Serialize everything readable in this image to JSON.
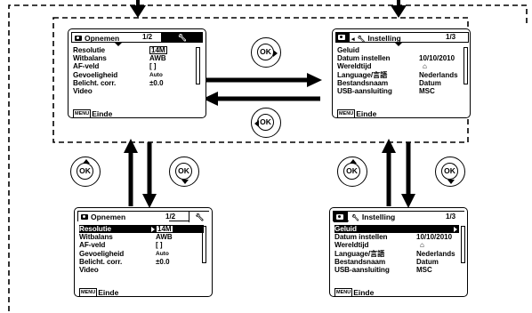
{
  "screens": {
    "top_left": {
      "tab_label": "Opnemen",
      "page": "1/2",
      "settings_icon": "wrench-icon",
      "rows": [
        {
          "label": "Resolutie",
          "value": "14M"
        },
        {
          "label": "Witbalans",
          "value": "AWB"
        },
        {
          "label": "AF-veld",
          "value": "[ ]"
        },
        {
          "label": "Gevoeligheid",
          "value": "Auto"
        },
        {
          "label": "Belicht. corr.",
          "value": "±0.0"
        },
        {
          "label": "Video",
          "value": ""
        }
      ],
      "footer_key": "MENU",
      "footer_label": "Einde"
    },
    "top_right": {
      "tab_label": "Instelling",
      "page": "1/3",
      "rows": [
        {
          "label": "Geluid",
          "value": ""
        },
        {
          "label": "Datum instellen",
          "value": "10/10/2010"
        },
        {
          "label": "Wereldtijd",
          "value": "home-icon"
        },
        {
          "label": "Language/言語",
          "value": "Nederlands"
        },
        {
          "label": "Bestandsnaam",
          "value": "Datum"
        },
        {
          "label": "USB-aansluiting",
          "value": "MSC"
        }
      ],
      "footer_key": "MENU",
      "footer_label": "Einde"
    },
    "bottom_left": {
      "tab_label": "Opnemen",
      "page": "1/2",
      "highlighted_row": 0,
      "rows": [
        {
          "label": "Resolutie",
          "value": "14M"
        },
        {
          "label": "Witbalans",
          "value": "AWB"
        },
        {
          "label": "AF-veld",
          "value": "[ ]"
        },
        {
          "label": "Gevoeligheid",
          "value": "Auto"
        },
        {
          "label": "Belicht. corr.",
          "value": "±0.0"
        },
        {
          "label": "Video",
          "value": ""
        }
      ],
      "footer_key": "MENU",
      "footer_label": "Einde"
    },
    "bottom_right": {
      "tab_label": "Instelling",
      "page": "1/3",
      "highlighted_row": 0,
      "rows": [
        {
          "label": "Geluid",
          "value": ""
        },
        {
          "label": "Datum instellen",
          "value": "10/10/2010"
        },
        {
          "label": "Wereldtijd",
          "value": "home-icon"
        },
        {
          "label": "Language/言語",
          "value": "Nederlands"
        },
        {
          "label": "Bestandsnaam",
          "value": "Datum"
        },
        {
          "label": "USB-aansluiting",
          "value": "MSC"
        }
      ],
      "footer_key": "MENU",
      "footer_label": "Einde"
    }
  },
  "buttons": {
    "ok_label": "OK",
    "ok_right": {
      "label": "OK",
      "direction": "right"
    },
    "ok_left": {
      "label": "OK",
      "direction": "left"
    },
    "left_up": {
      "label": "OK",
      "direction": "up"
    },
    "left_down": {
      "label": "OK",
      "direction": "down"
    },
    "right_up": {
      "label": "OK",
      "direction": "up"
    },
    "right_down": {
      "label": "OK",
      "direction": "down"
    }
  },
  "arrows": {
    "horizontal": [
      "right",
      "left"
    ],
    "vertical_left": [
      "up",
      "down"
    ],
    "vertical_right": [
      "up",
      "down"
    ],
    "entry": [
      "down",
      "down"
    ]
  }
}
